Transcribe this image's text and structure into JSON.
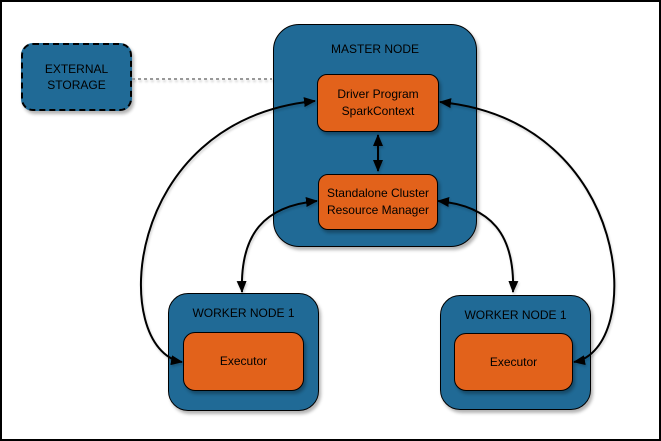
{
  "colors": {
    "node_blue": "#206a96",
    "box_orange": "#e2621b",
    "edge_color": "#000000",
    "dashed_link_color": "#999999"
  },
  "nodes": {
    "external_storage": {
      "label": "EXTERNAL\nSTORAGE"
    },
    "master": {
      "title": "MASTER NODE",
      "driver": {
        "label": "Driver Program\nSparkContext"
      },
      "resource_manager": {
        "label": "Standalone Cluster\nResource Manager"
      }
    },
    "worker_left": {
      "title": "WORKER NODE 1",
      "executor": {
        "label": "Executor"
      }
    },
    "worker_right": {
      "title": "WORKER NODE 1",
      "executor": {
        "label": "Executor"
      }
    }
  },
  "edges": [
    {
      "from": "external_storage",
      "to": "master",
      "style": "dashed",
      "arrows": "none"
    },
    {
      "from": "driver",
      "to": "executor_left",
      "style": "solid-curve",
      "arrows": "both"
    },
    {
      "from": "driver",
      "to": "executor_right",
      "style": "solid-curve",
      "arrows": "both"
    },
    {
      "from": "resource_manager",
      "to": "worker_left",
      "style": "solid-curve",
      "arrows": "both"
    },
    {
      "from": "resource_manager",
      "to": "worker_right",
      "style": "solid-curve",
      "arrows": "both"
    },
    {
      "from": "driver",
      "to": "resource_manager",
      "style": "solid-straight",
      "arrows": "both"
    }
  ]
}
